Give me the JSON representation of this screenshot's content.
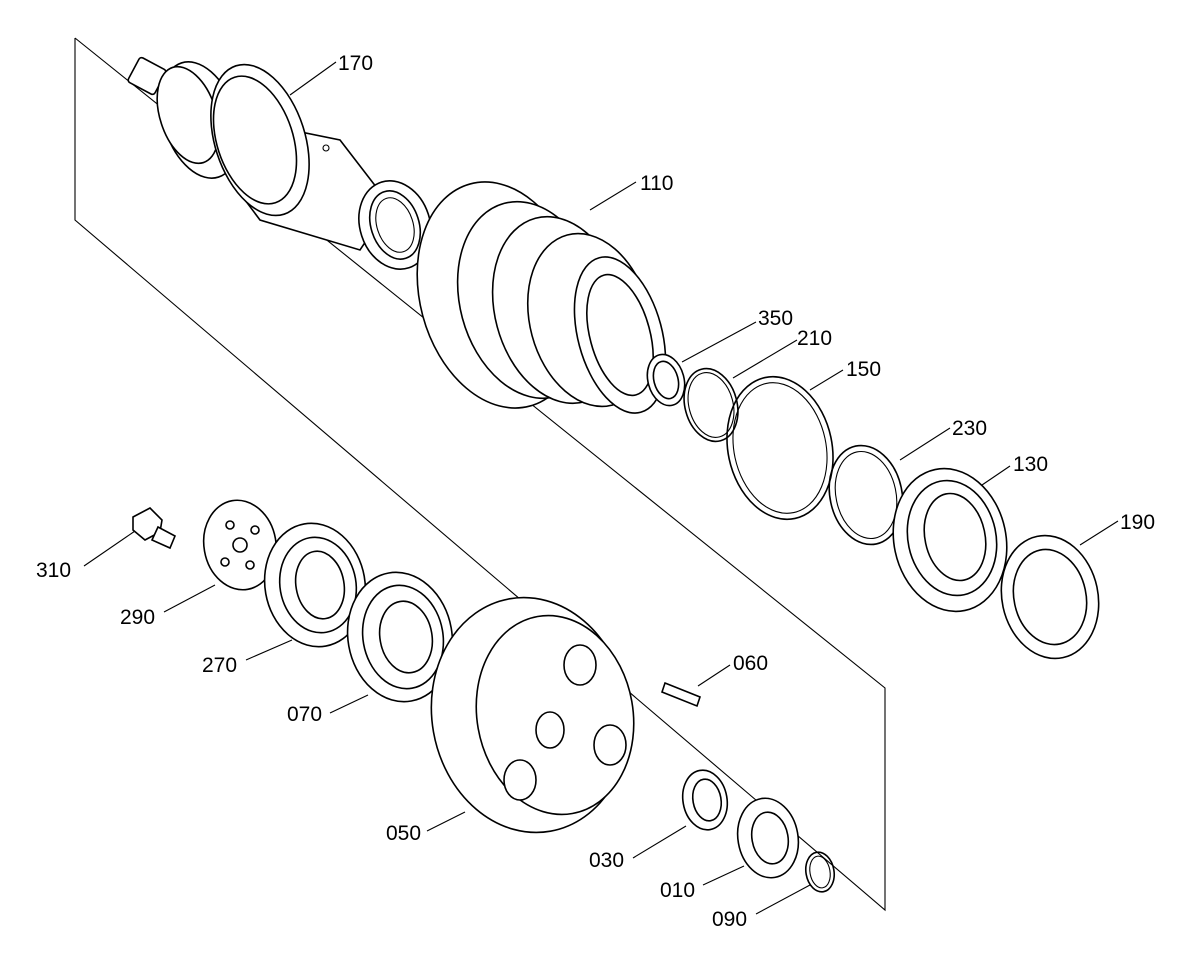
{
  "parts": [
    {
      "key": "p170",
      "label": "170"
    },
    {
      "key": "p110",
      "label": "110"
    },
    {
      "key": "p350",
      "label": "350"
    },
    {
      "key": "p210",
      "label": "210"
    },
    {
      "key": "p150",
      "label": "150"
    },
    {
      "key": "p230",
      "label": "230"
    },
    {
      "key": "p130",
      "label": "130"
    },
    {
      "key": "p190",
      "label": "190"
    },
    {
      "key": "p310",
      "label": "310"
    },
    {
      "key": "p290",
      "label": "290"
    },
    {
      "key": "p270",
      "label": "270"
    },
    {
      "key": "p070",
      "label": "070"
    },
    {
      "key": "p060",
      "label": "060"
    },
    {
      "key": "p050",
      "label": "050"
    },
    {
      "key": "p030",
      "label": "030"
    },
    {
      "key": "p010",
      "label": "010"
    },
    {
      "key": "p090",
      "label": "090"
    }
  ]
}
